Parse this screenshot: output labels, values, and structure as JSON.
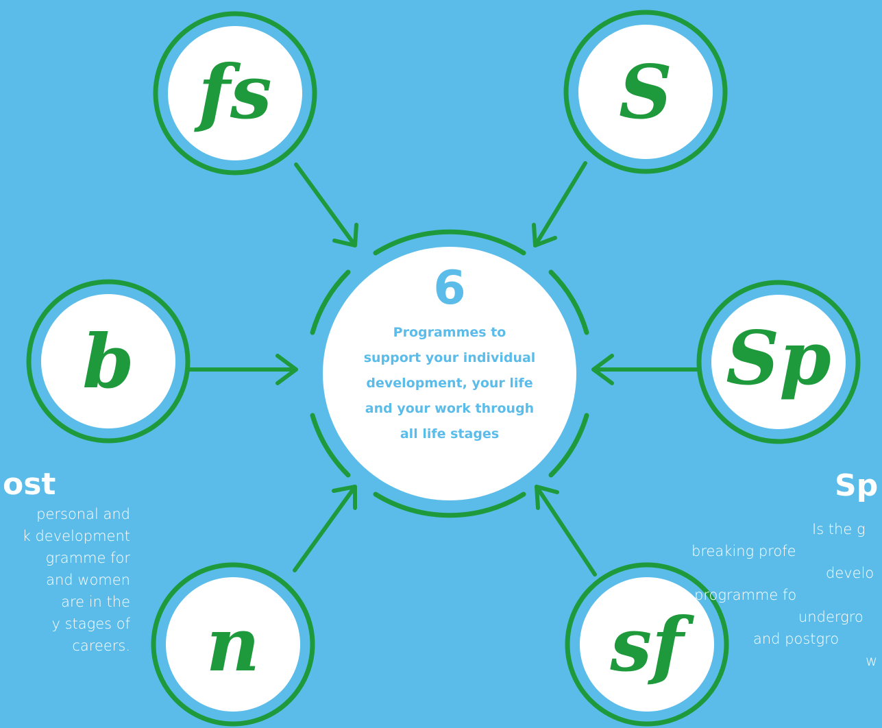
{
  "colors": {
    "background": "#5bbce9",
    "green": "#1e9a3c",
    "white": "#ffffff",
    "center_text": "#5bbce9"
  },
  "nodes": [
    {
      "id": "fs",
      "label": "fs"
    },
    {
      "id": "s",
      "label": "S"
    },
    {
      "id": "b",
      "label": "b"
    },
    {
      "id": "sp",
      "label": "Sp"
    },
    {
      "id": "n",
      "label": "n"
    },
    {
      "id": "sf",
      "label": "sf"
    }
  ],
  "center": {
    "number": "6",
    "lines": [
      "Programmes to",
      "support your individual",
      "development, your life",
      "and your work through",
      "all life stages"
    ]
  },
  "left_panel": {
    "title": "ost",
    "lines": [
      "personal and",
      "k development",
      "gramme for",
      "and women",
      "are in the",
      "y stages of",
      "careers."
    ]
  },
  "right_panel": {
    "title": "Sp",
    "lines": [
      "Is the g",
      "breaking profe",
      "develo",
      "programme fo",
      "undergro",
      "and postgro",
      "w"
    ]
  }
}
